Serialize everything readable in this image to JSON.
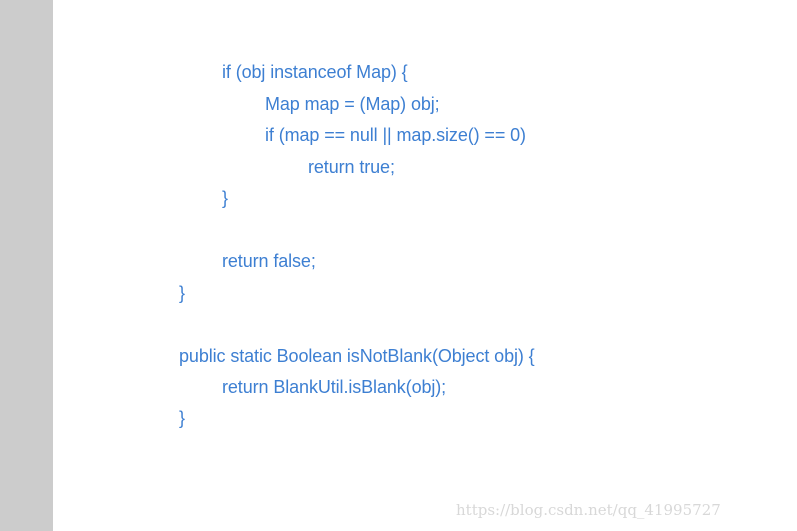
{
  "code": {
    "lines": [
      "if (obj instanceof Map) {",
      "Map map = (Map) obj;",
      "if (map == null || map.size() == 0)",
      "return true;",
      "}",
      "return false;",
      "}",
      "public static Boolean isNotBlank(Object obj) {",
      "return BlankUtil.isBlank(obj);",
      "}"
    ]
  },
  "watermark": {
    "text": "https://blog.csdn.net/qq_41995727"
  },
  "colors": {
    "code_text": "#3d7fd2",
    "gutter": "#cccccc",
    "background": "#ffffff",
    "watermark": "#d8d8d8"
  }
}
